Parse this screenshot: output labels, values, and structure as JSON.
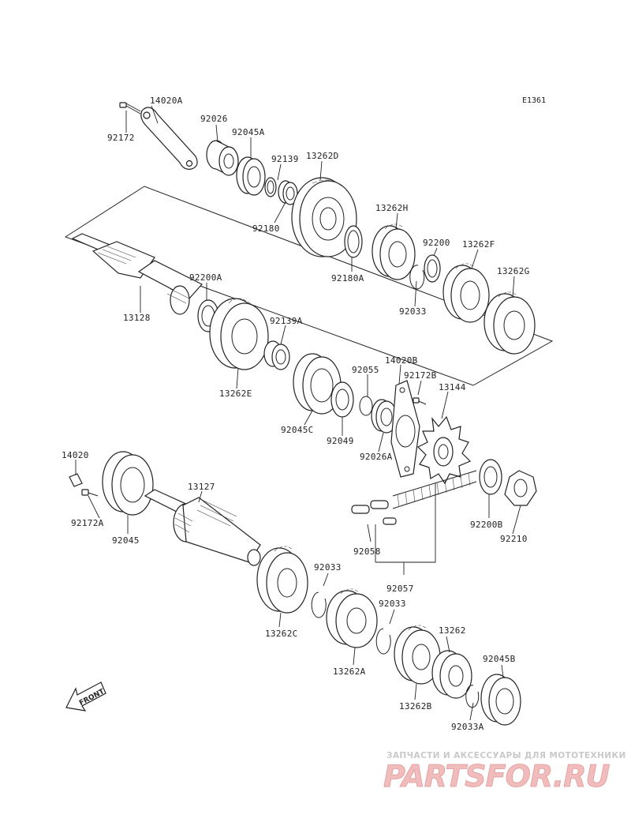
{
  "diagram": {
    "code": "E1361",
    "parts": [
      {
        "id": "p_14020A",
        "label": "14020A"
      },
      {
        "id": "p_92172",
        "label": "92172"
      },
      {
        "id": "p_92026",
        "label": "92026"
      },
      {
        "id": "p_92045A",
        "label": "92045A"
      },
      {
        "id": "p_92139",
        "label": "92139"
      },
      {
        "id": "p_13262D",
        "label": "13262D"
      },
      {
        "id": "p_92180",
        "label": "92180"
      },
      {
        "id": "p_13262H",
        "label": "13262H"
      },
      {
        "id": "p_92180A",
        "label": "92180A"
      },
      {
        "id": "p_92200",
        "label": "92200"
      },
      {
        "id": "p_13262F",
        "label": "13262F"
      },
      {
        "id": "p_13262G",
        "label": "13262G"
      },
      {
        "id": "p_92033a",
        "label": "92033"
      },
      {
        "id": "p_92200A",
        "label": "92200A"
      },
      {
        "id": "p_13128",
        "label": "13128"
      },
      {
        "id": "p_92139A",
        "label": "92139A"
      },
      {
        "id": "p_13262E",
        "label": "13262E"
      },
      {
        "id": "p_14020B",
        "label": "14020B"
      },
      {
        "id": "p_92055",
        "label": "92055"
      },
      {
        "id": "p_92172B",
        "label": "92172B"
      },
      {
        "id": "p_13144",
        "label": "13144"
      },
      {
        "id": "p_92045C",
        "label": "92045C"
      },
      {
        "id": "p_92049",
        "label": "92049"
      },
      {
        "id": "p_92026A",
        "label": "92026A"
      },
      {
        "id": "p_14020",
        "label": "14020"
      },
      {
        "id": "p_13127",
        "label": "13127"
      },
      {
        "id": "p_92172A",
        "label": "92172A"
      },
      {
        "id": "p_92045",
        "label": "92045"
      },
      {
        "id": "p_92200B",
        "label": "92200B"
      },
      {
        "id": "p_92210",
        "label": "92210"
      },
      {
        "id": "p_92058",
        "label": "92058"
      },
      {
        "id": "p_92057",
        "label": "92057"
      },
      {
        "id": "p_92033b",
        "label": "92033"
      },
      {
        "id": "p_92033c",
        "label": "92033"
      },
      {
        "id": "p_13262C",
        "label": "13262C"
      },
      {
        "id": "p_13262",
        "label": "13262"
      },
      {
        "id": "p_92045B",
        "label": "92045B"
      },
      {
        "id": "p_13262A",
        "label": "13262A"
      },
      {
        "id": "p_13262B",
        "label": "13262B"
      },
      {
        "id": "p_92033A",
        "label": "92033A"
      }
    ],
    "front_arrow_label": "FRONT"
  },
  "watermark": {
    "tagline": "ЗАПЧАСТИ И АКСЕССУАРЫ ДЛЯ МОТОТЕХНИКИ",
    "logo_text": "PARTSFOR.RU"
  },
  "colors": {
    "line": "#222222",
    "watermark_text": "#c9c9c9",
    "watermark_logo": "#f0bcbc"
  }
}
